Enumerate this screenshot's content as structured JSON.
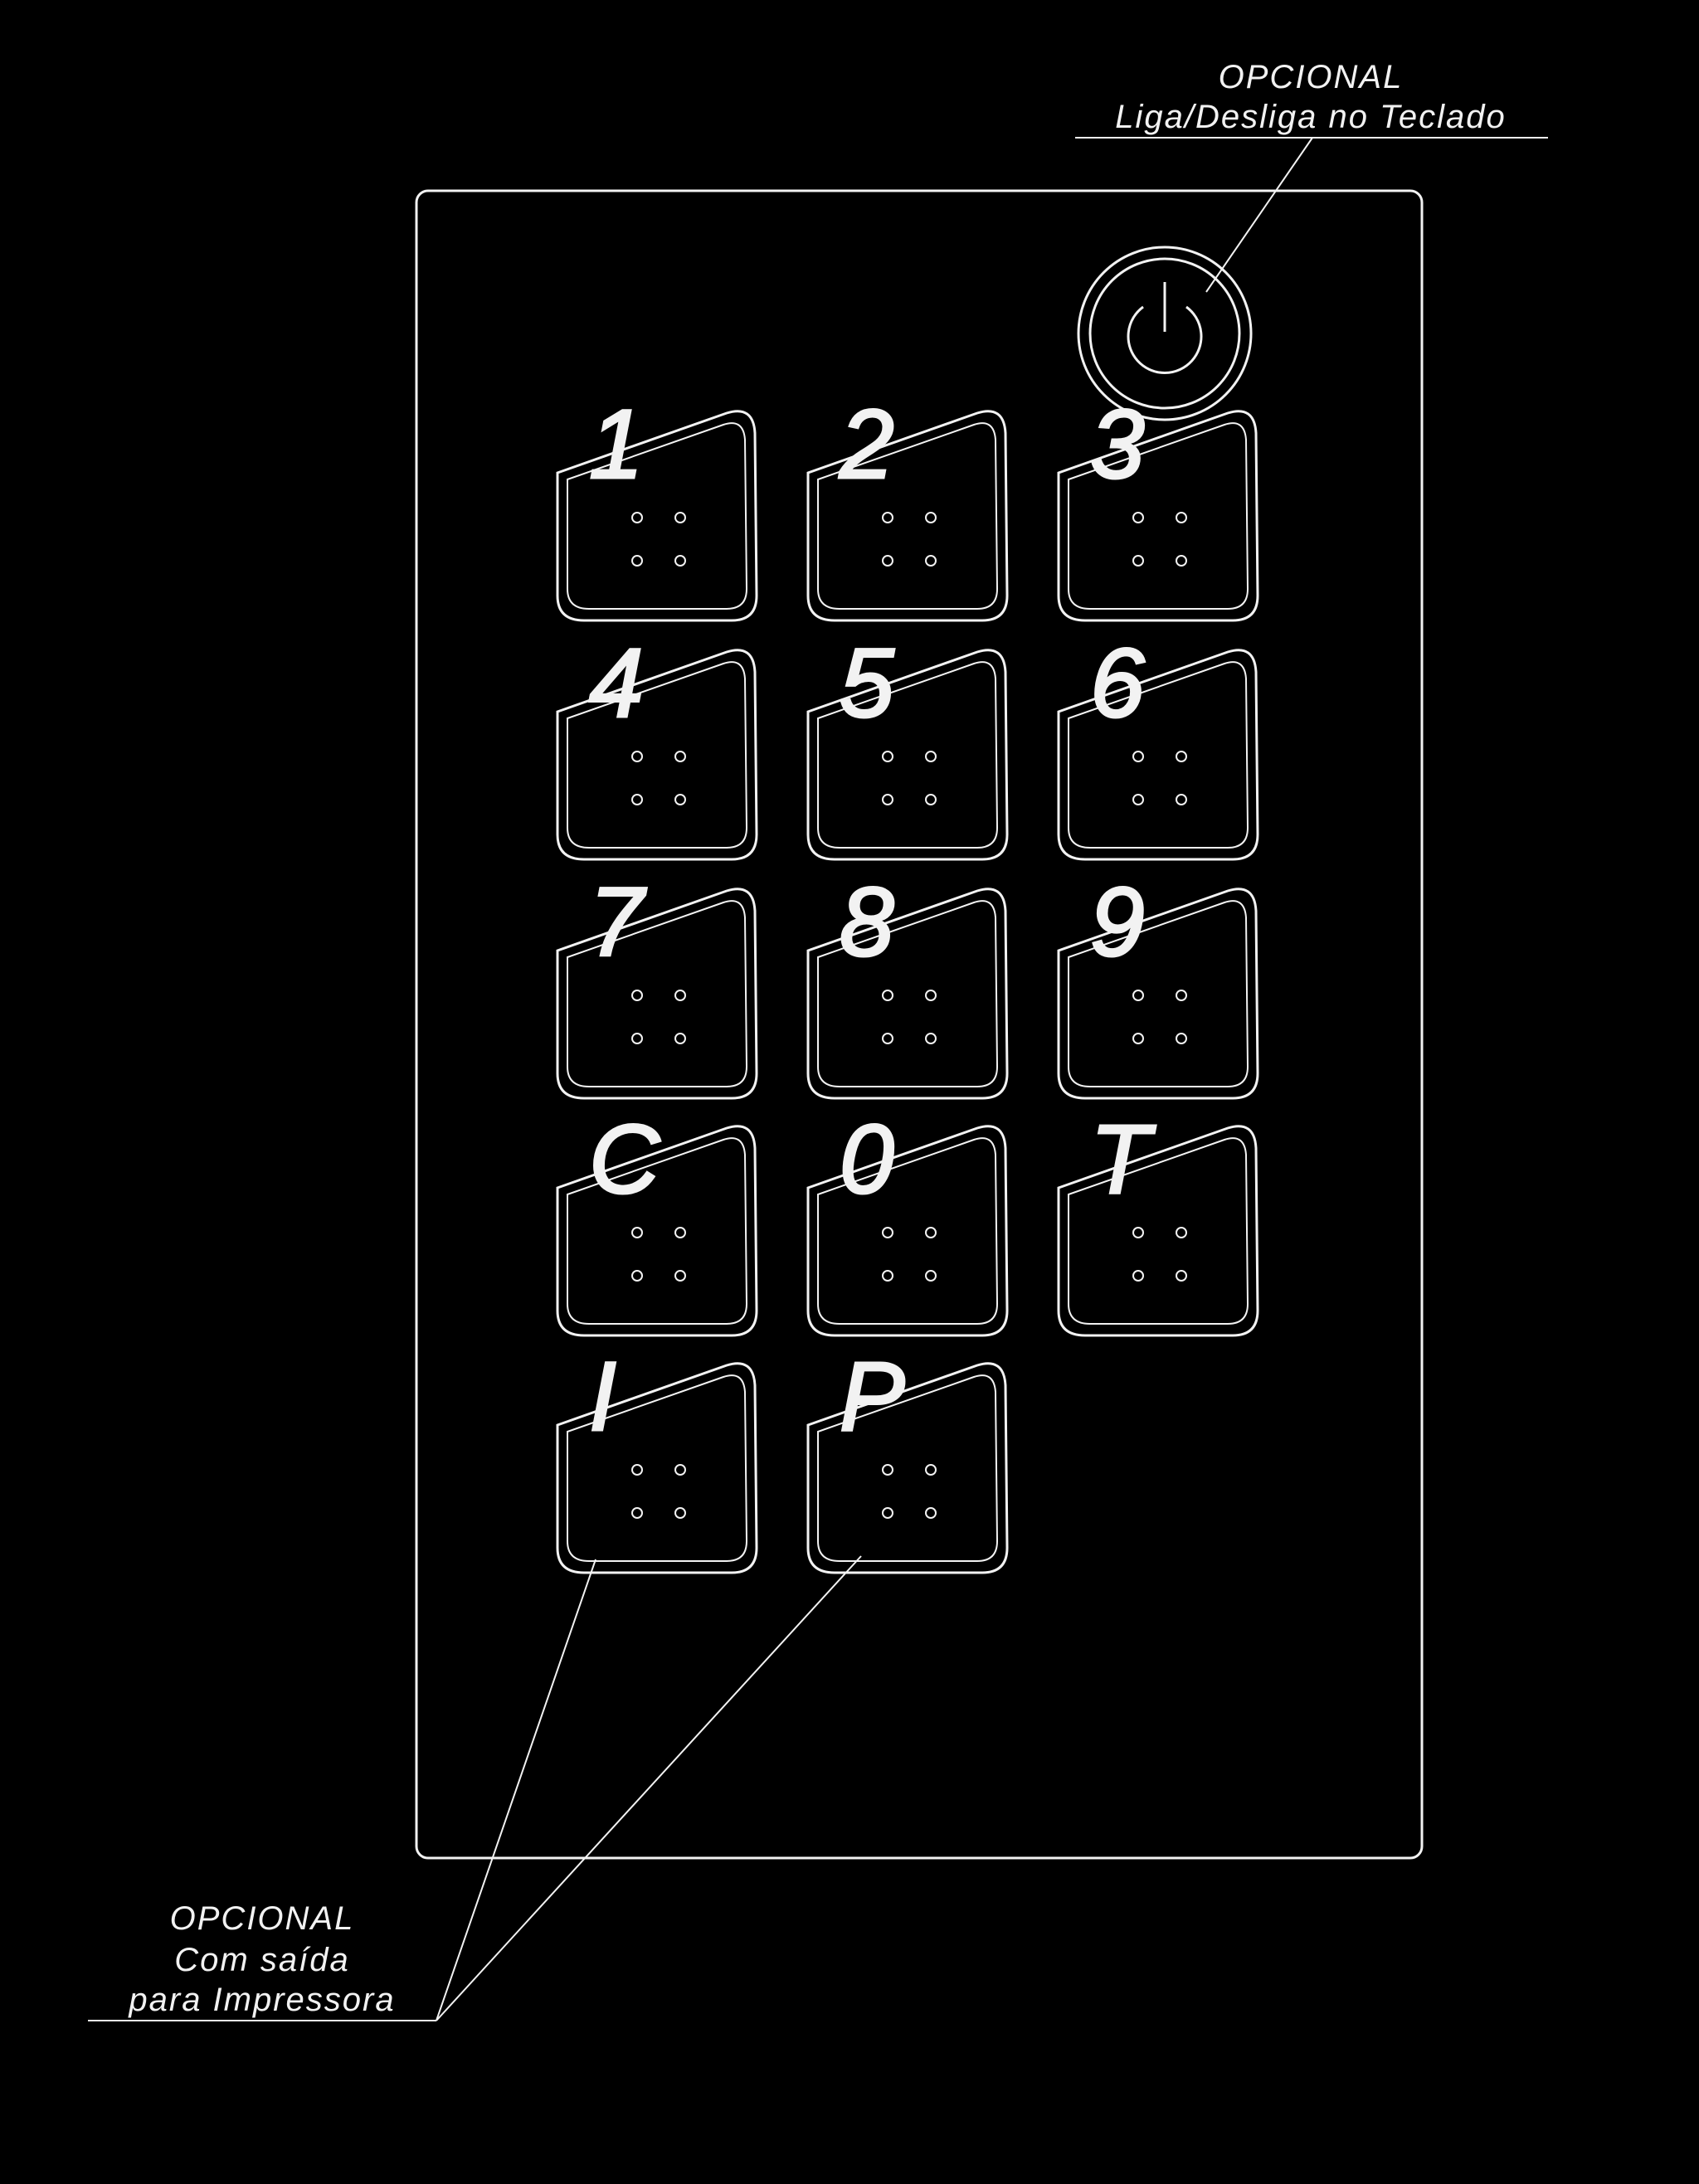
{
  "annotations": {
    "top": {
      "line1": "OPCIONAL",
      "line2": "Liga/Desliga no Teclado"
    },
    "bottom": {
      "line1": "OPCIONAL",
      "line2": "Com saída",
      "line3": "para Impressora"
    }
  },
  "power_icon": "power-icon",
  "keys": [
    "1",
    "2",
    "3",
    "4",
    "5",
    "6",
    "7",
    "8",
    "9",
    "C",
    "0",
    "T",
    "I",
    "P"
  ],
  "colors": {
    "background": "#000000",
    "line": "#f2f2f2"
  }
}
